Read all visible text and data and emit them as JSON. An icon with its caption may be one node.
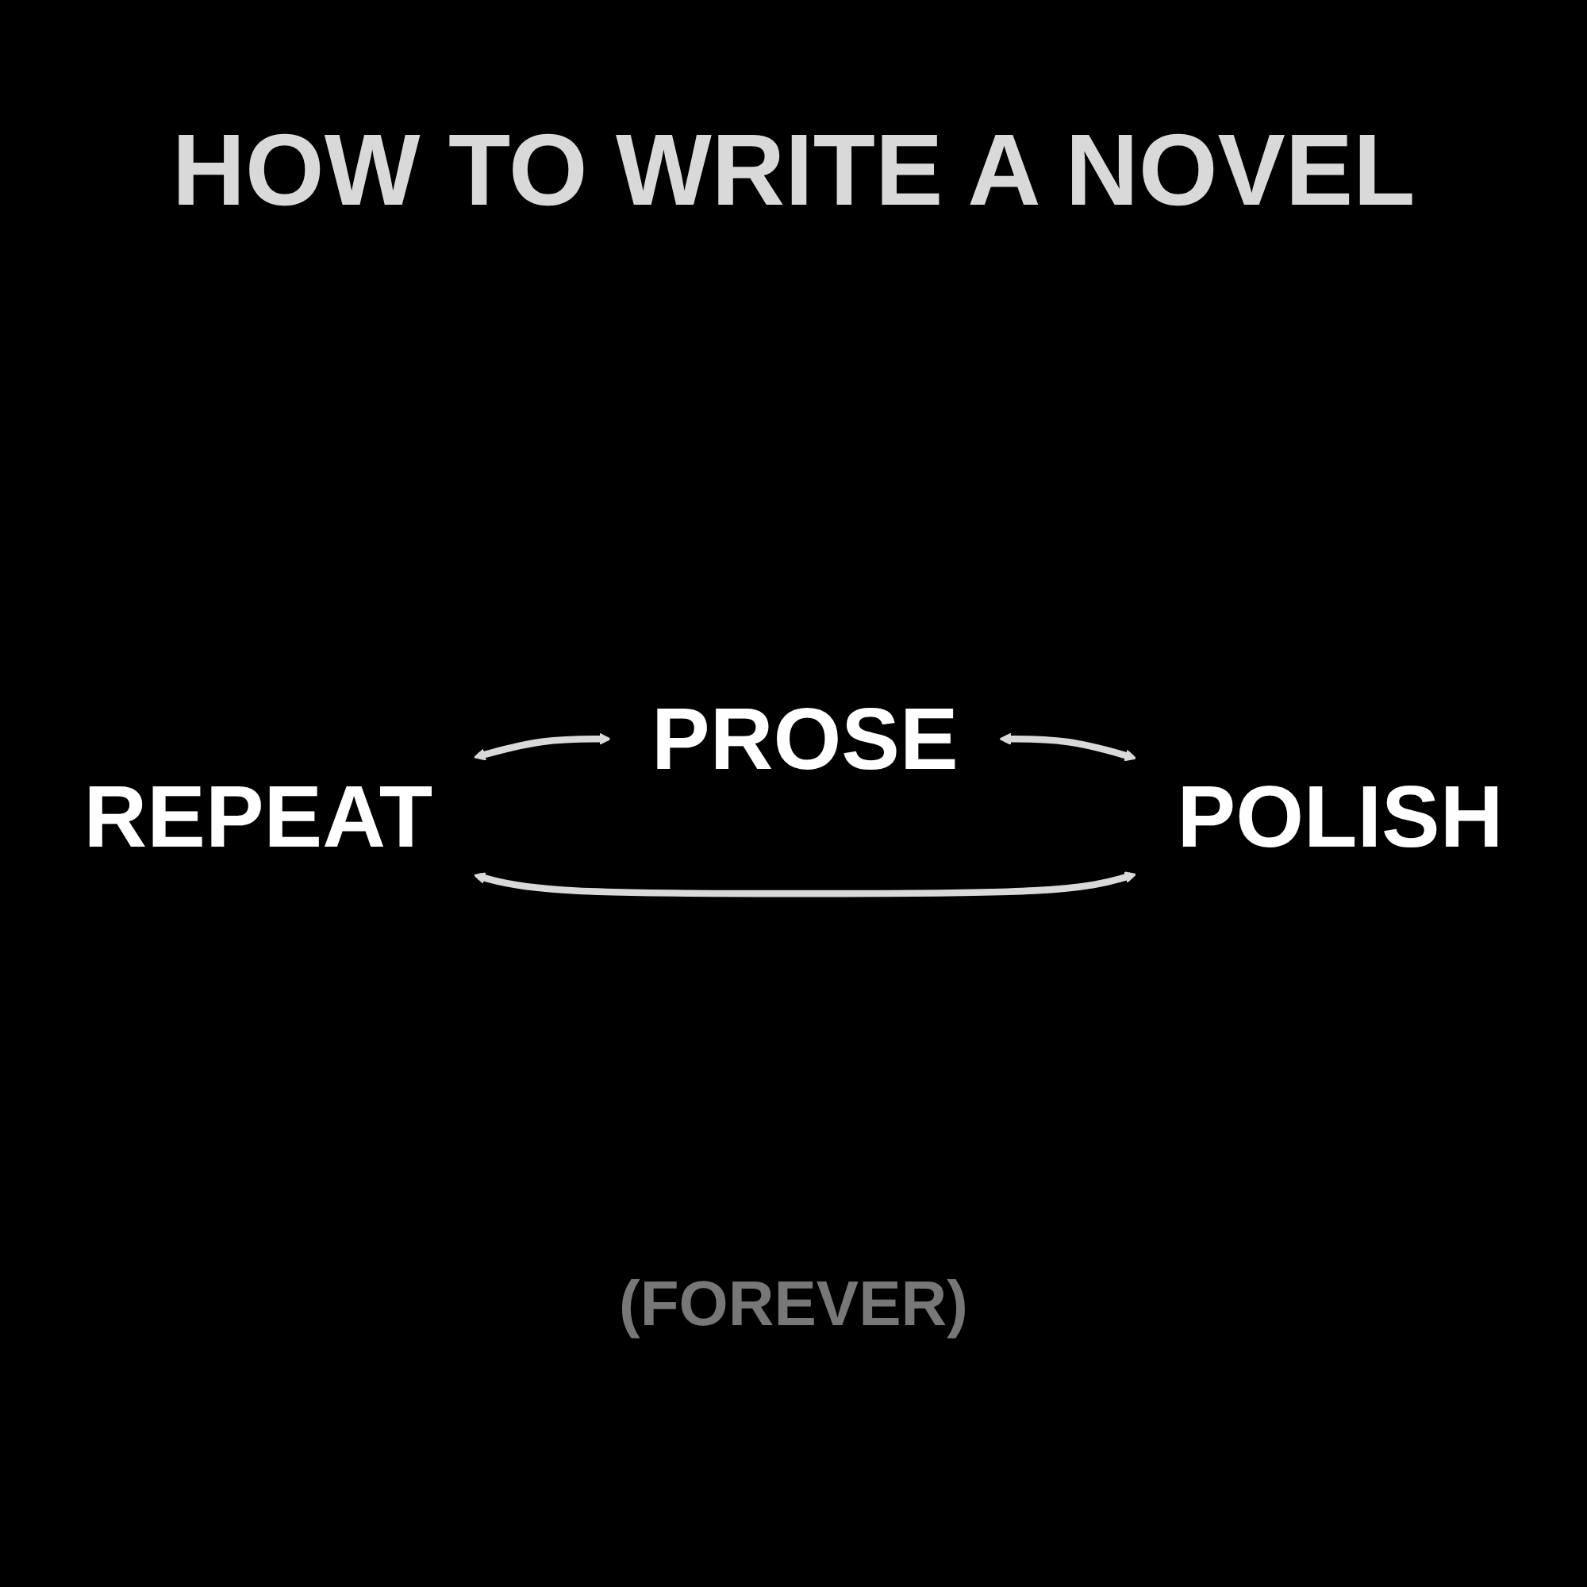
{
  "diagram": {
    "title": "HOW TO WRITE A NOVEL",
    "nodes": [
      {
        "text": [
          "PROSE"
        ]
      },
      {
        "text": [
          "REPEAT"
        ]
      },
      {
        "text": [
          "POLISH"
        ]
      }
    ],
    "edges": [
      {
        "from": 1,
        "to": 0,
        "arrow": "both"
      },
      {
        "from": 0,
        "to": 2,
        "arrow": "both"
      },
      {
        "from": 1,
        "to": 2,
        "arrow": "both"
      }
    ],
    "labels": [
      "(FOREVER)"
    ]
  }
}
